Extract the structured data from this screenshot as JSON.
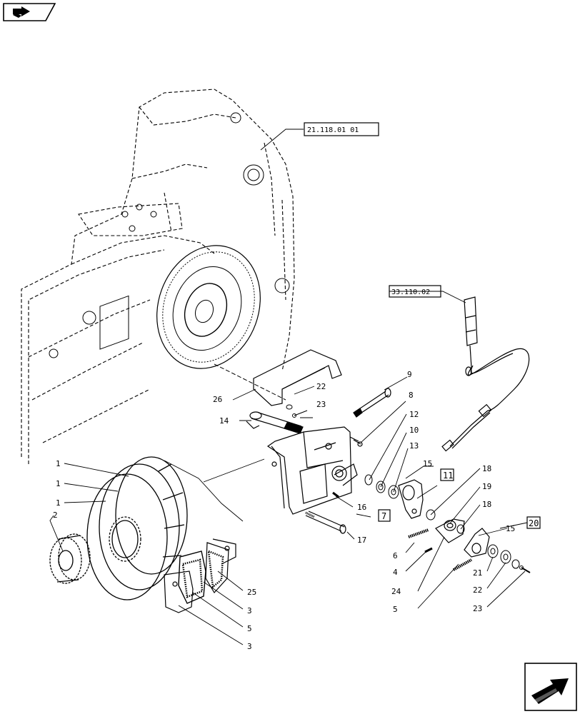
{
  "nav": {
    "prev_icon": "back-arrow-icon",
    "next_icon": "forward-arrow-icon"
  },
  "refs": {
    "housing_ref": "21.118.01 01",
    "cable_ref": "33.110.02"
  },
  "boxed": {
    "b11": "11",
    "b7": "7",
    "b20": "20"
  },
  "callouts": {
    "c9": "9",
    "c8": "8",
    "c26": "26",
    "c22a": "22",
    "c23a": "23",
    "c14": "14",
    "c12": "12",
    "c10": "10",
    "c13": "13",
    "c15a": "15",
    "c16": "16",
    "c17": "17",
    "c18a": "18",
    "c19": "19",
    "c18b": "18",
    "c15b": "15",
    "c6": "6",
    "c4": "4",
    "c24": "24",
    "c5b": "5",
    "c21": "21",
    "c22b": "22",
    "c23b": "23",
    "c1a": "1",
    "c1b": "1",
    "c1c": "1",
    "c2": "2",
    "c25": "25",
    "c3a": "3",
    "c5a": "5",
    "c3b": "3"
  },
  "colors": {
    "line": "#000000",
    "background": "#ffffff"
  }
}
